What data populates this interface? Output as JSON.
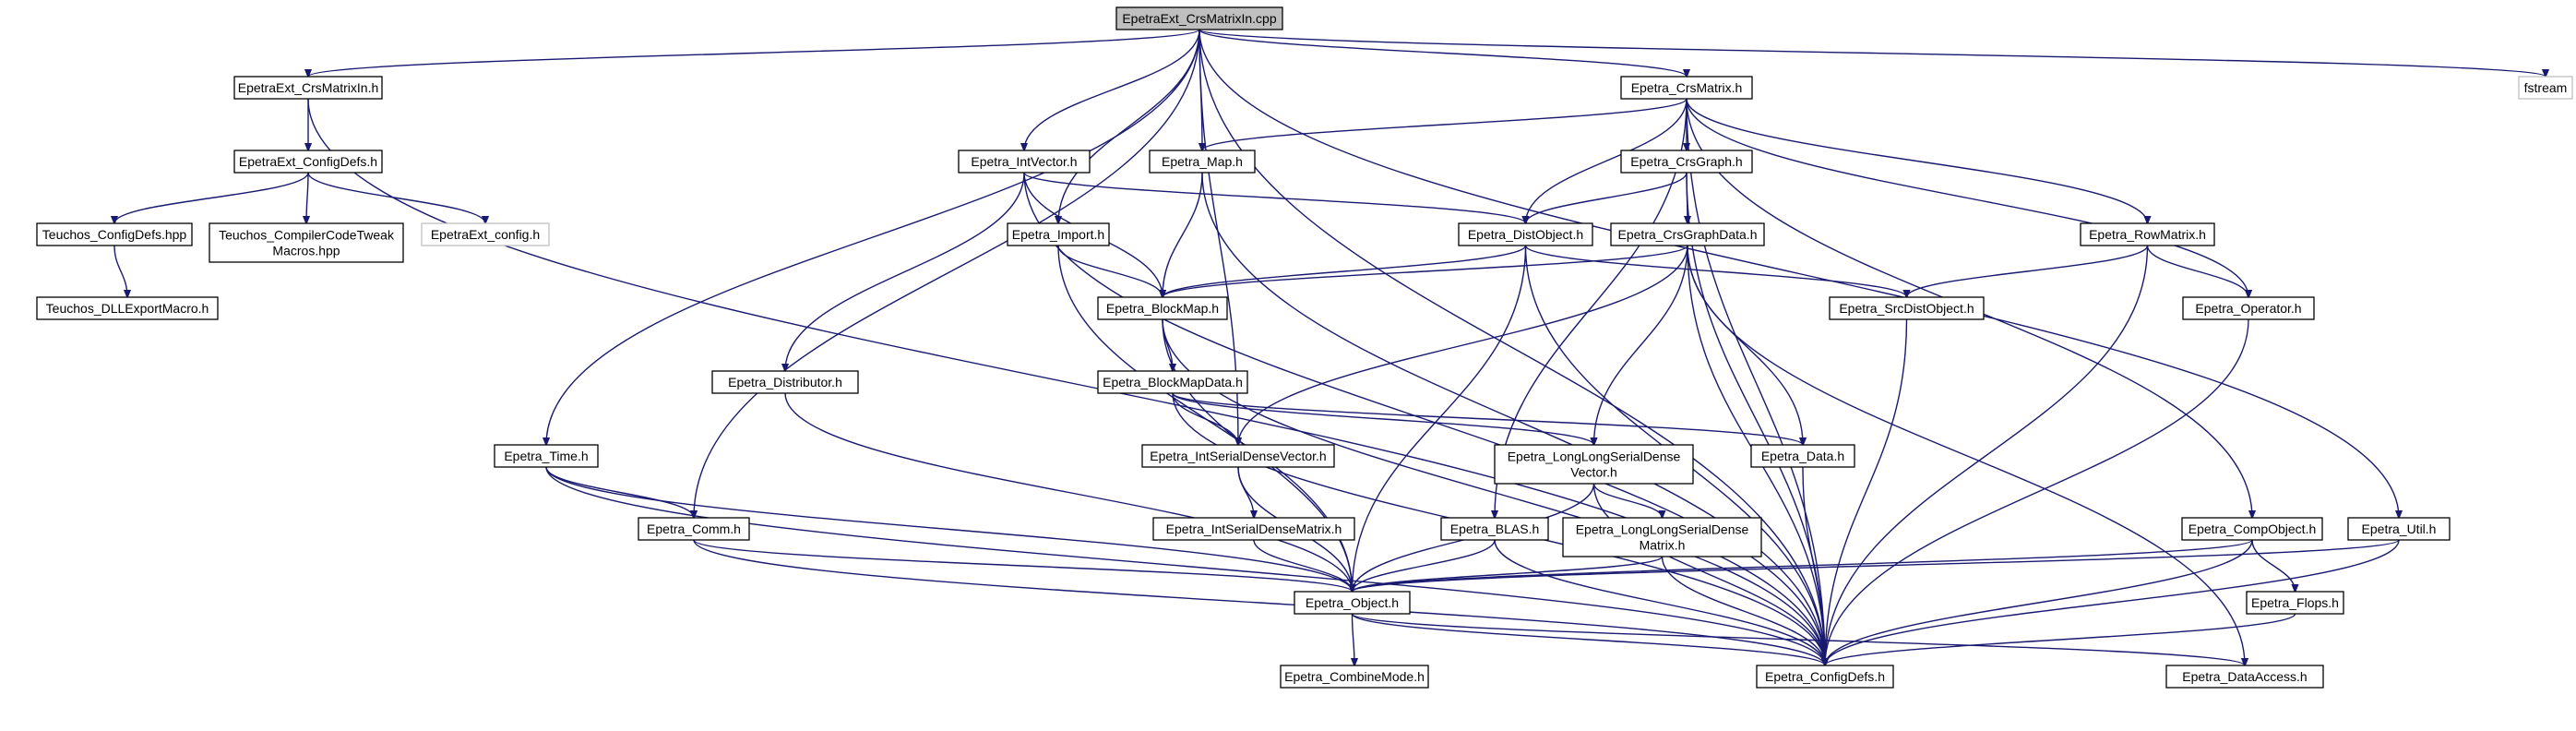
{
  "diagram": {
    "type": "include-dependency-graph",
    "colors": {
      "edge": "#191970",
      "root_fill": "#bfbfbf",
      "node_fill": "#ffffff",
      "node_stroke": "#000000",
      "external_stroke": "#bfbfbf"
    },
    "nodes": [
      {
        "id": "root",
        "lines": [
          "EpetraExt_CrsMatrixIn.cpp"
        ],
        "kind": "root"
      },
      {
        "id": "extcrsin",
        "lines": [
          "EpetraExt_CrsMatrixIn.h"
        ]
      },
      {
        "id": "extconfig",
        "lines": [
          "EpetraExt_ConfigDefs.h"
        ]
      },
      {
        "id": "teuchosconfig",
        "lines": [
          "Teuchos_ConfigDefs.hpp"
        ]
      },
      {
        "id": "teuchoscompiler",
        "lines": [
          "Teuchos_CompilerCodeTweak",
          "Macros.hpp"
        ]
      },
      {
        "id": "extconfigh",
        "lines": [
          "EpetraExt_config.h"
        ],
        "kind": "external"
      },
      {
        "id": "teuchosdll",
        "lines": [
          "Teuchos_DLLExportMacro.h"
        ]
      },
      {
        "id": "intvector",
        "lines": [
          "Epetra_IntVector.h"
        ]
      },
      {
        "id": "map",
        "lines": [
          "Epetra_Map.h"
        ]
      },
      {
        "id": "crsmatrix",
        "lines": [
          "Epetra_CrsMatrix.h"
        ]
      },
      {
        "id": "fstream",
        "lines": [
          "fstream"
        ],
        "kind": "external"
      },
      {
        "id": "crsgraph",
        "lines": [
          "Epetra_CrsGraph.h"
        ]
      },
      {
        "id": "import",
        "lines": [
          "Epetra_Import.h"
        ]
      },
      {
        "id": "distobject",
        "lines": [
          "Epetra_DistObject.h"
        ]
      },
      {
        "id": "crsgraphdata",
        "lines": [
          "Epetra_CrsGraphData.h"
        ]
      },
      {
        "id": "rowmatrix",
        "lines": [
          "Epetra_RowMatrix.h"
        ]
      },
      {
        "id": "blockmap",
        "lines": [
          "Epetra_BlockMap.h"
        ]
      },
      {
        "id": "srcdistobject",
        "lines": [
          "Epetra_SrcDistObject.h"
        ]
      },
      {
        "id": "operator",
        "lines": [
          "Epetra_Operator.h"
        ]
      },
      {
        "id": "distributor",
        "lines": [
          "Epetra_Distributor.h"
        ]
      },
      {
        "id": "blockmapdata",
        "lines": [
          "Epetra_BlockMapData.h"
        ]
      },
      {
        "id": "time",
        "lines": [
          "Epetra_Time.h"
        ]
      },
      {
        "id": "intserialdensevector",
        "lines": [
          "Epetra_IntSerialDenseVector.h"
        ]
      },
      {
        "id": "longlongvector",
        "lines": [
          "Epetra_LongLongSerialDense",
          "Vector.h"
        ]
      },
      {
        "id": "data",
        "lines": [
          "Epetra_Data.h"
        ]
      },
      {
        "id": "comm",
        "lines": [
          "Epetra_Comm.h"
        ]
      },
      {
        "id": "intserialdensematrix",
        "lines": [
          "Epetra_IntSerialDenseMatrix.h"
        ]
      },
      {
        "id": "blas",
        "lines": [
          "Epetra_BLAS.h"
        ]
      },
      {
        "id": "longlongmatrix",
        "lines": [
          "Epetra_LongLongSerialDense",
          "Matrix.h"
        ]
      },
      {
        "id": "compobject",
        "lines": [
          "Epetra_CompObject.h"
        ]
      },
      {
        "id": "util",
        "lines": [
          "Epetra_Util.h"
        ]
      },
      {
        "id": "object",
        "lines": [
          "Epetra_Object.h"
        ]
      },
      {
        "id": "flops",
        "lines": [
          "Epetra_Flops.h"
        ]
      },
      {
        "id": "combinemode",
        "lines": [
          "Epetra_CombineMode.h"
        ]
      },
      {
        "id": "configdefs",
        "lines": [
          "Epetra_ConfigDefs.h"
        ]
      },
      {
        "id": "dataaccess",
        "lines": [
          "Epetra_DataAccess.h"
        ]
      }
    ],
    "edges": [
      [
        "root",
        "extcrsin"
      ],
      [
        "root",
        "time"
      ],
      [
        "root",
        "comm"
      ],
      [
        "root",
        "intvector"
      ],
      [
        "root",
        "import"
      ],
      [
        "root",
        "map"
      ],
      [
        "root",
        "intserialdensevector"
      ],
      [
        "root",
        "crsmatrix"
      ],
      [
        "root",
        "fstream"
      ],
      [
        "root",
        "util"
      ],
      [
        "root",
        "configdefs"
      ],
      [
        "extcrsin",
        "extconfig"
      ],
      [
        "extcrsin",
        "configdefs"
      ],
      [
        "extconfig",
        "teuchosconfig"
      ],
      [
        "extconfig",
        "teuchoscompiler"
      ],
      [
        "extconfig",
        "extconfigh"
      ],
      [
        "teuchosconfig",
        "teuchosdll"
      ],
      [
        "intvector",
        "distobject"
      ],
      [
        "intvector",
        "blockmap"
      ],
      [
        "intvector",
        "distributor"
      ],
      [
        "intvector",
        "configdefs"
      ],
      [
        "map",
        "blockmap"
      ],
      [
        "map",
        "configdefs"
      ],
      [
        "crsmatrix",
        "map"
      ],
      [
        "crsmatrix",
        "crsgraph"
      ],
      [
        "crsmatrix",
        "distobject"
      ],
      [
        "crsmatrix",
        "rowmatrix"
      ],
      [
        "crsmatrix",
        "operator"
      ],
      [
        "crsmatrix",
        "blas"
      ],
      [
        "crsmatrix",
        "compobject"
      ],
      [
        "crsmatrix",
        "configdefs"
      ],
      [
        "crsgraph",
        "distobject"
      ],
      [
        "crsgraph",
        "crsgraphdata"
      ],
      [
        "crsgraph",
        "configdefs"
      ],
      [
        "import",
        "blockmap"
      ],
      [
        "import",
        "object"
      ],
      [
        "distobject",
        "blockmap"
      ],
      [
        "distobject",
        "srcdistobject"
      ],
      [
        "distobject",
        "object"
      ],
      [
        "distobject",
        "configdefs"
      ],
      [
        "crsgraphdata",
        "blockmap"
      ],
      [
        "crsgraphdata",
        "intserialdensevector"
      ],
      [
        "crsgraphdata",
        "longlongvector"
      ],
      [
        "crsgraphdata",
        "data"
      ],
      [
        "crsgraphdata",
        "configdefs"
      ],
      [
        "crsgraphdata",
        "dataaccess"
      ],
      [
        "rowmatrix",
        "srcdistobject"
      ],
      [
        "rowmatrix",
        "operator"
      ],
      [
        "rowmatrix",
        "configdefs"
      ],
      [
        "blockmap",
        "blockmapdata"
      ],
      [
        "blockmap",
        "object"
      ],
      [
        "blockmap",
        "configdefs"
      ],
      [
        "srcdistobject",
        "configdefs"
      ],
      [
        "operator",
        "configdefs"
      ],
      [
        "distributor",
        "object"
      ],
      [
        "blockmapdata",
        "intserialdensevector"
      ],
      [
        "blockmapdata",
        "longlongvector"
      ],
      [
        "blockmapdata",
        "data"
      ],
      [
        "blockmapdata",
        "configdefs"
      ],
      [
        "time",
        "comm"
      ],
      [
        "time",
        "object"
      ],
      [
        "time",
        "configdefs"
      ],
      [
        "intserialdensevector",
        "intserialdensematrix"
      ],
      [
        "intserialdensevector",
        "object"
      ],
      [
        "longlongvector",
        "longlongmatrix"
      ],
      [
        "longlongvector",
        "object"
      ],
      [
        "longlongvector",
        "configdefs"
      ],
      [
        "data",
        "configdefs"
      ],
      [
        "comm",
        "object"
      ],
      [
        "comm",
        "configdefs"
      ],
      [
        "intserialdensematrix",
        "object"
      ],
      [
        "blas",
        "object"
      ],
      [
        "blas",
        "configdefs"
      ],
      [
        "longlongmatrix",
        "object"
      ],
      [
        "longlongmatrix",
        "configdefs"
      ],
      [
        "compobject",
        "object"
      ],
      [
        "compobject",
        "flops"
      ],
      [
        "compobject",
        "configdefs"
      ],
      [
        "util",
        "object"
      ],
      [
        "util",
        "configdefs"
      ],
      [
        "object",
        "combinemode"
      ],
      [
        "object",
        "configdefs"
      ],
      [
        "object",
        "dataaccess"
      ],
      [
        "flops",
        "configdefs"
      ]
    ]
  }
}
